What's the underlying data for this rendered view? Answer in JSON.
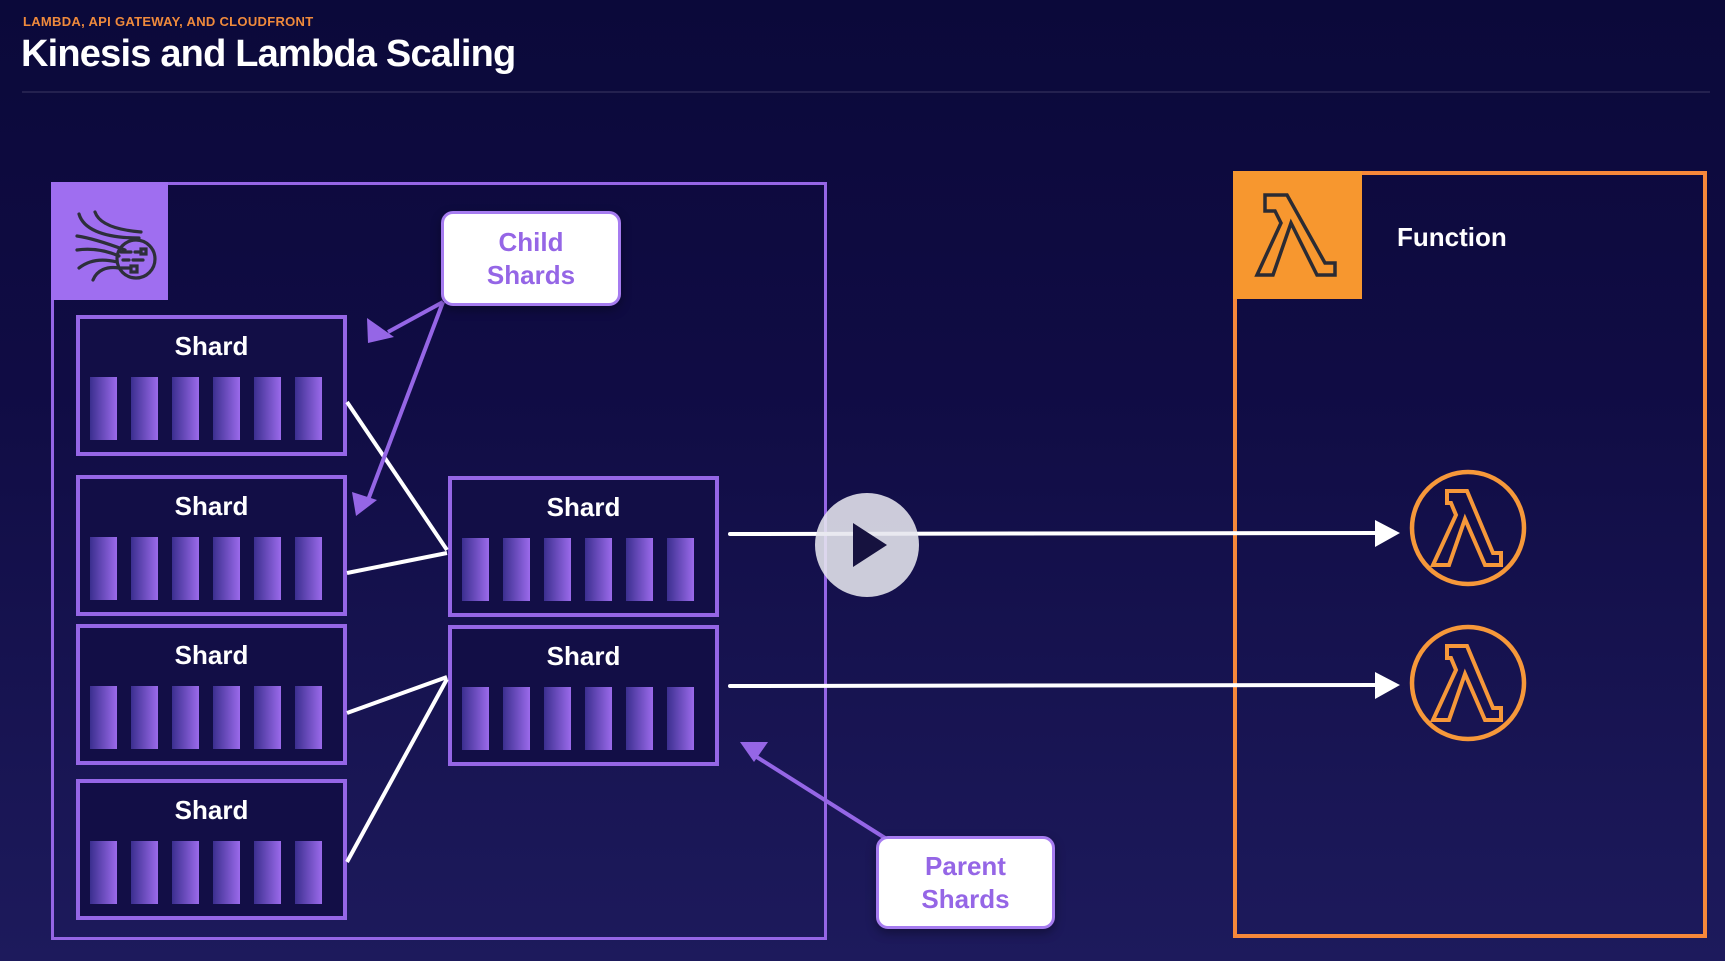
{
  "header": {
    "subtitle": "LAMBDA, API GATEWAY, AND CLOUDFRONT",
    "title": "Kinesis and Lambda Scaling"
  },
  "kinesis": {
    "icon": "kinesis-data-streams-icon",
    "child_shards": [
      {
        "label": "Shard",
        "records": 6
      },
      {
        "label": "Shard",
        "records": 6
      },
      {
        "label": "Shard",
        "records": 6
      },
      {
        "label": "Shard",
        "records": 6
      }
    ],
    "parent_shards": [
      {
        "label": "Shard",
        "records": 6
      },
      {
        "label": "Shard",
        "records": 6
      }
    ],
    "callouts": {
      "child": "Child Shards",
      "parent": "Parent Shards"
    }
  },
  "lambda": {
    "icon": "lambda-icon",
    "label": "Function",
    "instances": 2
  },
  "player": {
    "play_icon": "play-icon"
  },
  "colors": {
    "kinesis_purple": "#9566e6",
    "lambda_orange": "#f6883a",
    "subtitle_orange": "#f08a3c",
    "background": "#0b093a"
  }
}
